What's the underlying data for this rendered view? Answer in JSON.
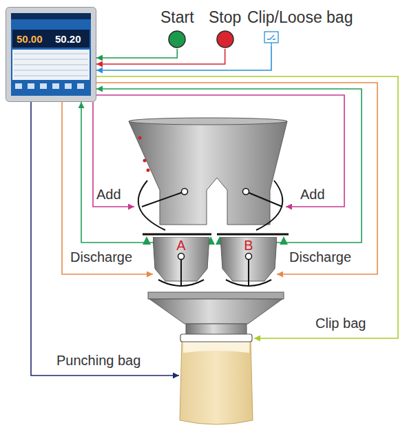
{
  "diagram": {
    "nodes": [
      {
        "text": [
          "50.00",
          "50.20"
        ]
      },
      {
        "text": [
          "Start"
        ]
      },
      {
        "text": [
          "Stop"
        ]
      },
      {
        "text": [
          "Clip/Loose bag"
        ]
      },
      {
        "text": [
          "A"
        ]
      },
      {
        "text": [
          "B"
        ]
      }
    ],
    "edges": [
      {
        "from": 1,
        "to": 0,
        "arrow": "to"
      },
      {
        "from": 2,
        "to": 0,
        "arrow": "to"
      },
      {
        "from": 3,
        "to": 0,
        "arrow": "to"
      },
      {
        "from": 0,
        "to": 4,
        "arrow": "to",
        "label": "Discharge"
      },
      {
        "from": 0,
        "to": 5,
        "arrow": "to",
        "label": "Discharge"
      },
      {
        "from": 4,
        "to": 0,
        "arrow": "to"
      },
      {
        "from": 5,
        "to": 0,
        "arrow": "to"
      }
    ],
    "labels": [
      "Add",
      "Add",
      "Clip bag",
      "Punching bag"
    ]
  }
}
